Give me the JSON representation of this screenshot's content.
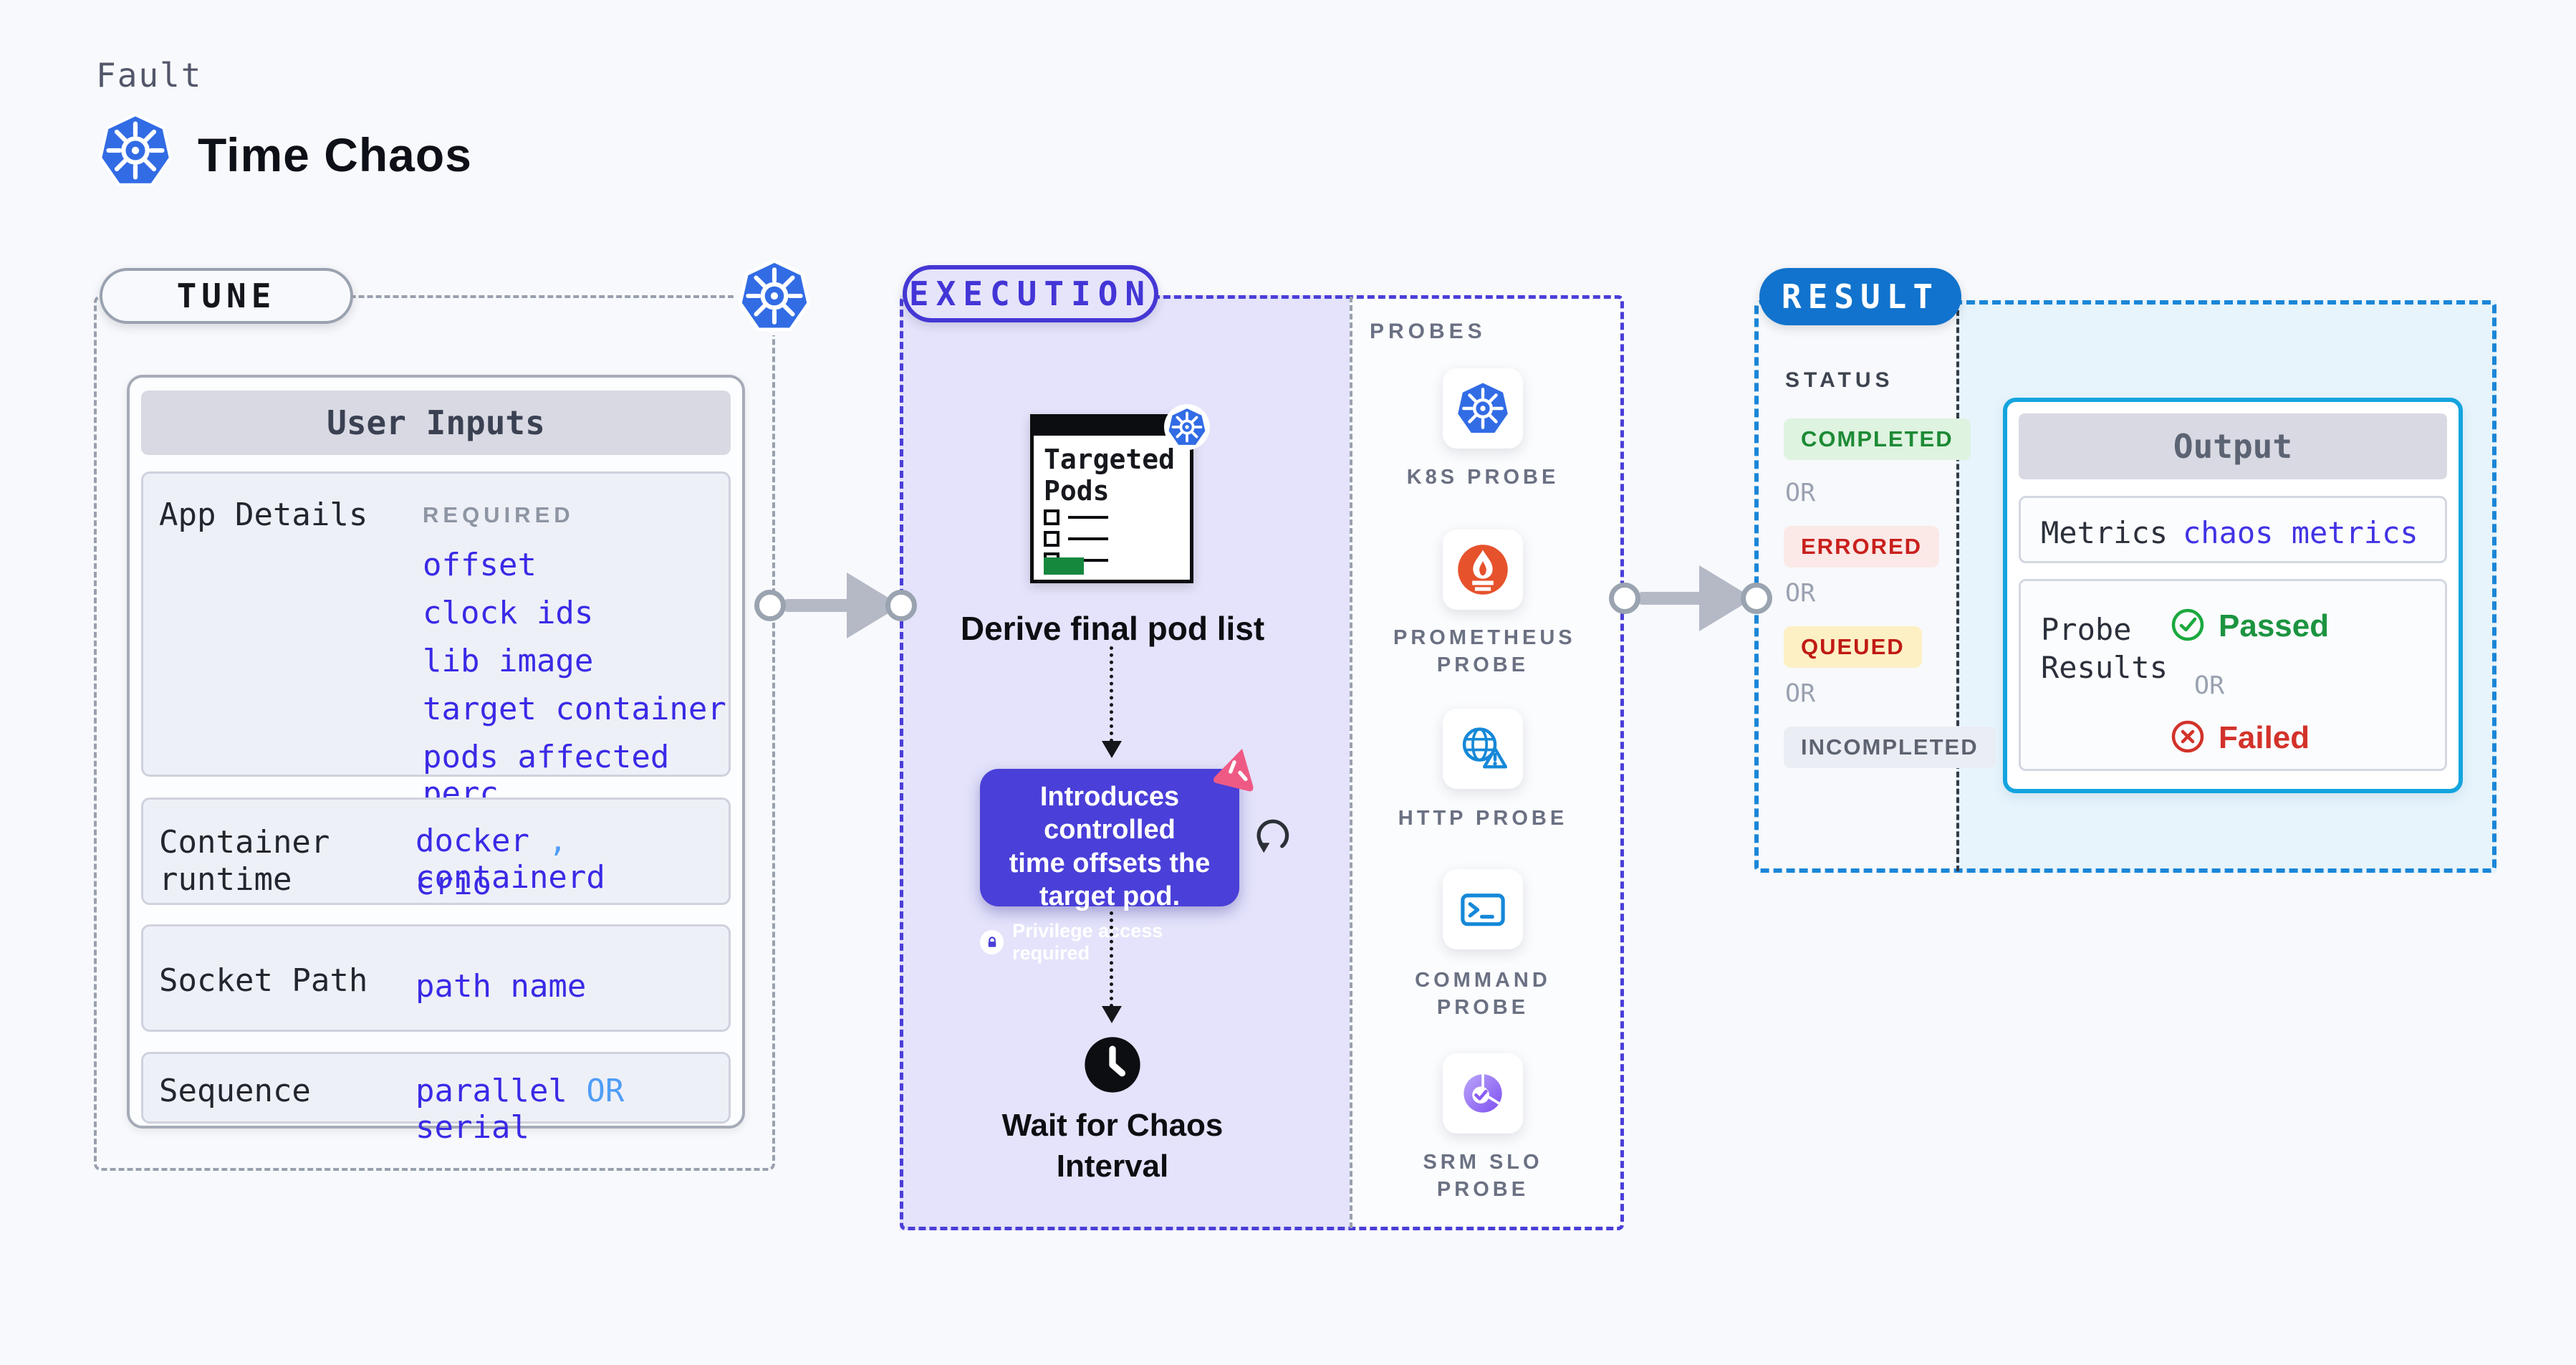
{
  "header": {
    "eyebrow": "Fault",
    "title": "Time Chaos"
  },
  "tune": {
    "badge": "TUNE",
    "card_title": "User Inputs",
    "app_details": {
      "label": "App Details",
      "required_tag": "REQUIRED",
      "links": [
        "offset",
        "clock ids",
        "lib image",
        "target container",
        "pods affected perc"
      ]
    },
    "container_runtime": {
      "label": "Container runtime",
      "value_1": "docker",
      "comma": ",",
      "value_2": "containerd",
      "value_3": "crio"
    },
    "socket_path": {
      "label": "Socket Path",
      "value": "path name"
    },
    "sequence": {
      "label": "Sequence",
      "value_1": "parallel",
      "or": "OR",
      "value_2": "serial"
    }
  },
  "execution": {
    "badge": "EXECUTION",
    "pod_card_title": "Targeted Pods",
    "derive_label": "Derive final pod list",
    "tooltip": {
      "line1": "Introduces controlled",
      "line2": "time offsets the",
      "line3": "target pod.",
      "privilege_note": "Privilege access required"
    },
    "wait_label": "Wait for Chaos Interval",
    "probes": {
      "heading": "PROBES",
      "items": [
        {
          "name": "k8s-probe",
          "line1": "K8S PROBE",
          "line2": ""
        },
        {
          "name": "prometheus-probe",
          "line1": "PROMETHEUS",
          "line2": "PROBE"
        },
        {
          "name": "http-probe",
          "line1": "HTTP PROBE",
          "line2": ""
        },
        {
          "name": "command-probe",
          "line1": "COMMAND",
          "line2": "PROBE"
        },
        {
          "name": "srm-slo-probe",
          "line1": "SRM SLO",
          "line2": "PROBE"
        }
      ]
    }
  },
  "result": {
    "badge": "RESULT",
    "status": {
      "heading": "STATUS",
      "completed": "COMPLETED",
      "or_1": "OR",
      "errored": "ERRORED",
      "or_2": "OR",
      "queued": "QUEUED",
      "or_3": "OR",
      "incompleted": "INCOMPLETED"
    },
    "output": {
      "title": "Output",
      "metrics_label": "Metrics",
      "metrics_value": "chaos metrics",
      "probe_results_label": "Probe Results",
      "passed": "Passed",
      "or": "OR",
      "failed": "Failed"
    }
  },
  "colors": {
    "page_bg": "#f8f9fc",
    "link_blue": "#3a2ae6",
    "light_blue": "#4f9df7",
    "indigo": "#4a3fd8",
    "execution_fill": "#e4e3fb",
    "k8s_blue": "#326ce5",
    "prometheus_orange": "#e6522c",
    "probe_icon_blue": "#1588d8",
    "srm_purple": "#8b5cf6",
    "result_pill_blue": "#1173cd",
    "result_border_blue": "#1a86d8",
    "result_fill": "#e7f4fc",
    "output_border_cyan": "#14a4df",
    "completed_green": "#1d8a35",
    "errored_red": "#c9201d",
    "queued_red": "#c01a14",
    "passed_green": "#1ba93f",
    "failed_red": "#d2322a"
  }
}
